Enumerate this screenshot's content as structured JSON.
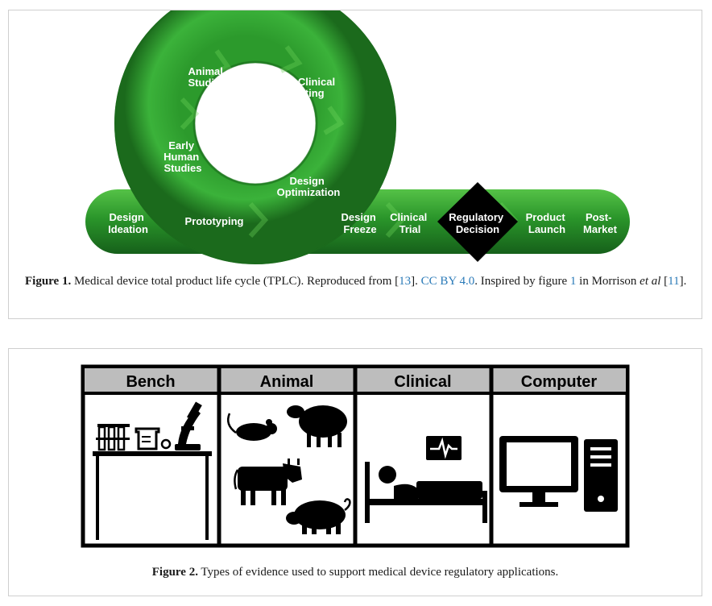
{
  "figure1": {
    "stages": {
      "design_ideation": [
        "Design",
        "Ideation"
      ],
      "prototyping": [
        "Prototyping"
      ],
      "early_human_studies": [
        "Early",
        "Human",
        "Studies"
      ],
      "animal_studies": [
        "Animal",
        "Studies"
      ],
      "non_clinical_testing": [
        "Non-Clinical",
        "Testing"
      ],
      "design_optimization": [
        "Design",
        "Optimization"
      ],
      "design_freeze": [
        "Design",
        "Freeze"
      ],
      "clinical_trial": [
        "Clinical",
        "Trial"
      ],
      "regulatory_decision": [
        "Regulatory",
        "Decision"
      ],
      "product_launch": [
        "Product",
        "Launch"
      ],
      "post_market": [
        "Post-",
        "Market"
      ]
    },
    "caption": {
      "label": "Figure 1.",
      "text1": " Medical device total product life cycle (TPLC). Reproduced from [",
      "ref13": "13",
      "text2": "]. ",
      "license": "CC BY 4.0",
      "text3": ". Inspired by figure ",
      "fig_ref": "1",
      "text4": " in Morrison ",
      "etal": "et al",
      "text5": " [",
      "ref11": "11",
      "text6": "]."
    },
    "colors": {
      "green_dark": "#1d6b1d",
      "green": "#2f9a2f",
      "green_light": "#5ccb4a",
      "diamond": "#000000"
    }
  },
  "figure2": {
    "columns": [
      "Bench",
      "Animal",
      "Clinical",
      "Computer"
    ],
    "caption": {
      "label": "Figure 2.",
      "text": " Types of evidence used to support medical device regulatory applications."
    },
    "colors": {
      "header_bg": "#bdbdbd",
      "frame": "#000000"
    }
  }
}
